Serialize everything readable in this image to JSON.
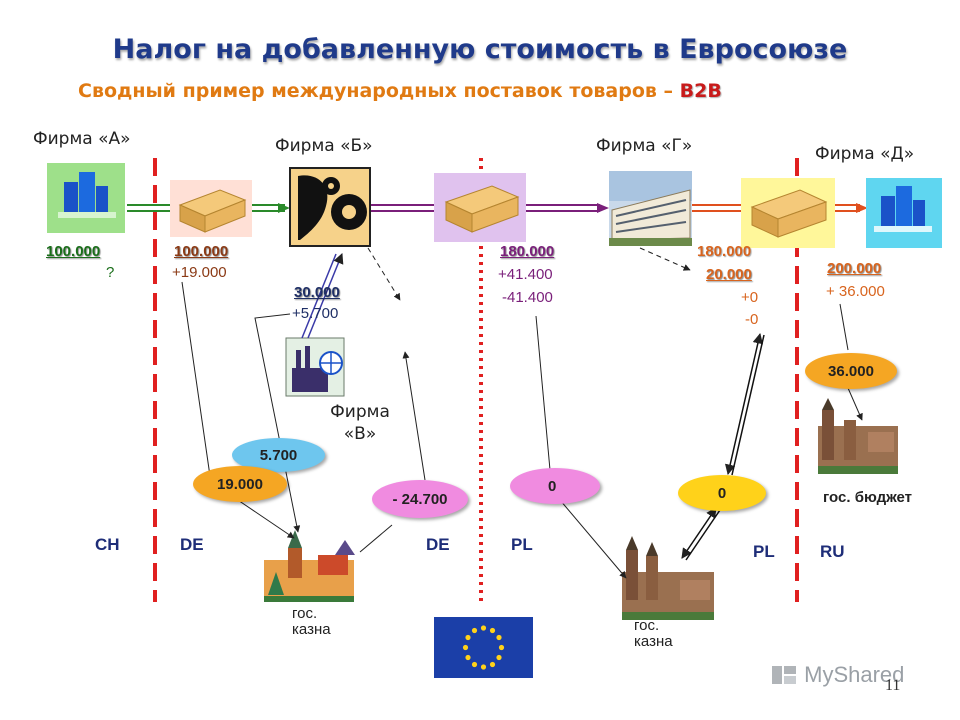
{
  "title": "Налог на добавленную стоимость в Евросоюзе",
  "subtitle": {
    "text": "Сводный пример международных поставок товаров – ",
    "highlight": "B2B"
  },
  "firms": {
    "a": "Фирма «А»",
    "b": "Фирма «Б»",
    "v": "Фирма «В»",
    "g": "Фирма «Г»",
    "d": "Фирма «Д»"
  },
  "values": {
    "a_price": "100.000",
    "a_vat": "?",
    "goods1_price": "100.000",
    "goods1_vat": "+19.000",
    "v_price": "30.000",
    "v_vat": "+5.700",
    "goods2_price": "180.000",
    "goods2_vat_plus": "+41.400",
    "goods2_vat_minus": "-41.400",
    "g_price": "180.000",
    "g_extra": "20.000",
    "g_vat_plus": "+0",
    "g_vat_minus": "-0",
    "d_price": "200.000",
    "d_vat": "+ 36.000"
  },
  "bubbles": {
    "b1": "5.700",
    "b2": "19.000",
    "b3": "- 24.700",
    "b4": "0",
    "b5": "0",
    "b6": "36.000"
  },
  "countries": [
    "CH",
    "DE",
    "DE",
    "PL",
    "PL",
    "RU"
  ],
  "labels": {
    "treasury_de": "гос. казна",
    "treasury_pl": "гос. казна",
    "budget_ru": "гос. бюджет"
  },
  "page_number": "11",
  "watermark": "MyShared",
  "colors": {
    "title": "#1f3a8a",
    "subtitle": "#e07a12",
    "b2b": "#c81b1b",
    "border_red": "#e02020",
    "ellipse_orange": "#f5a623",
    "ellipse_blue": "#6ec6ee",
    "ellipse_pink": "#f08be0",
    "ellipse_yellow": "#ffd21a"
  }
}
